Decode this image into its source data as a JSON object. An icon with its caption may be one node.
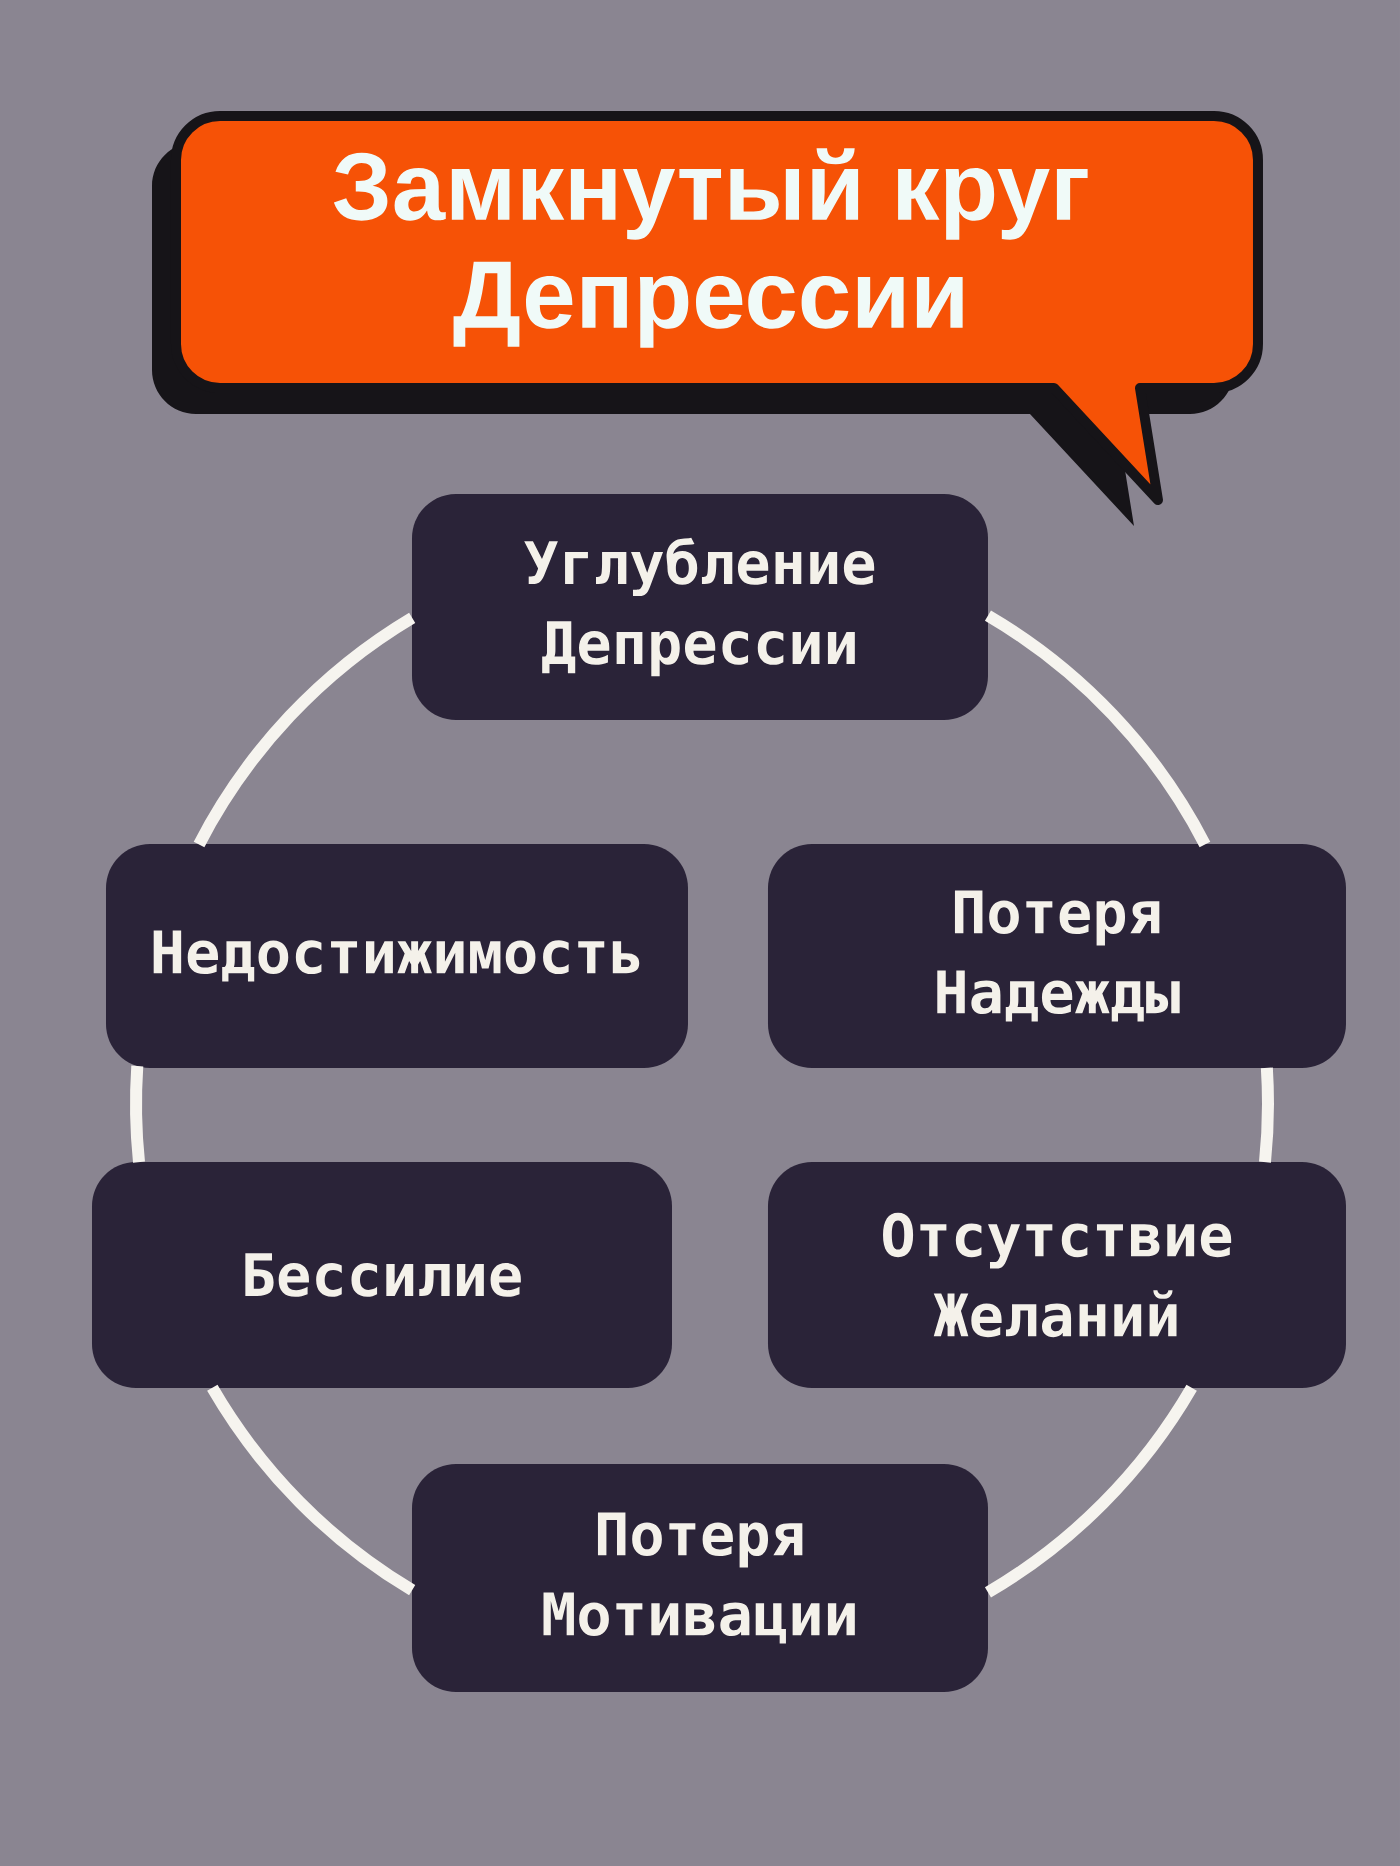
{
  "diagram": {
    "title": "Замкнутый круг Депрессии",
    "nodes": [
      {
        "text": [
          "Углубление Депрессии"
        ]
      },
      {
        "text": [
          "Недостижимость"
        ]
      },
      {
        "text": [
          "Потеря Надежды"
        ]
      },
      {
        "text": [
          "Бессилие"
        ]
      },
      {
        "text": [
          "Отсутствие Желаний"
        ]
      },
      {
        "text": [
          "Потеря Мотивации"
        ]
      }
    ],
    "edges": [
      {
        "from": 0,
        "to": 2,
        "arrow": "none"
      },
      {
        "from": 2,
        "to": 4,
        "arrow": "none"
      },
      {
        "from": 4,
        "to": 5,
        "arrow": "none"
      },
      {
        "from": 5,
        "to": 3,
        "arrow": "none"
      },
      {
        "from": 3,
        "to": 1,
        "arrow": "none"
      },
      {
        "from": 1,
        "to": 0,
        "arrow": "none"
      }
    ]
  }
}
